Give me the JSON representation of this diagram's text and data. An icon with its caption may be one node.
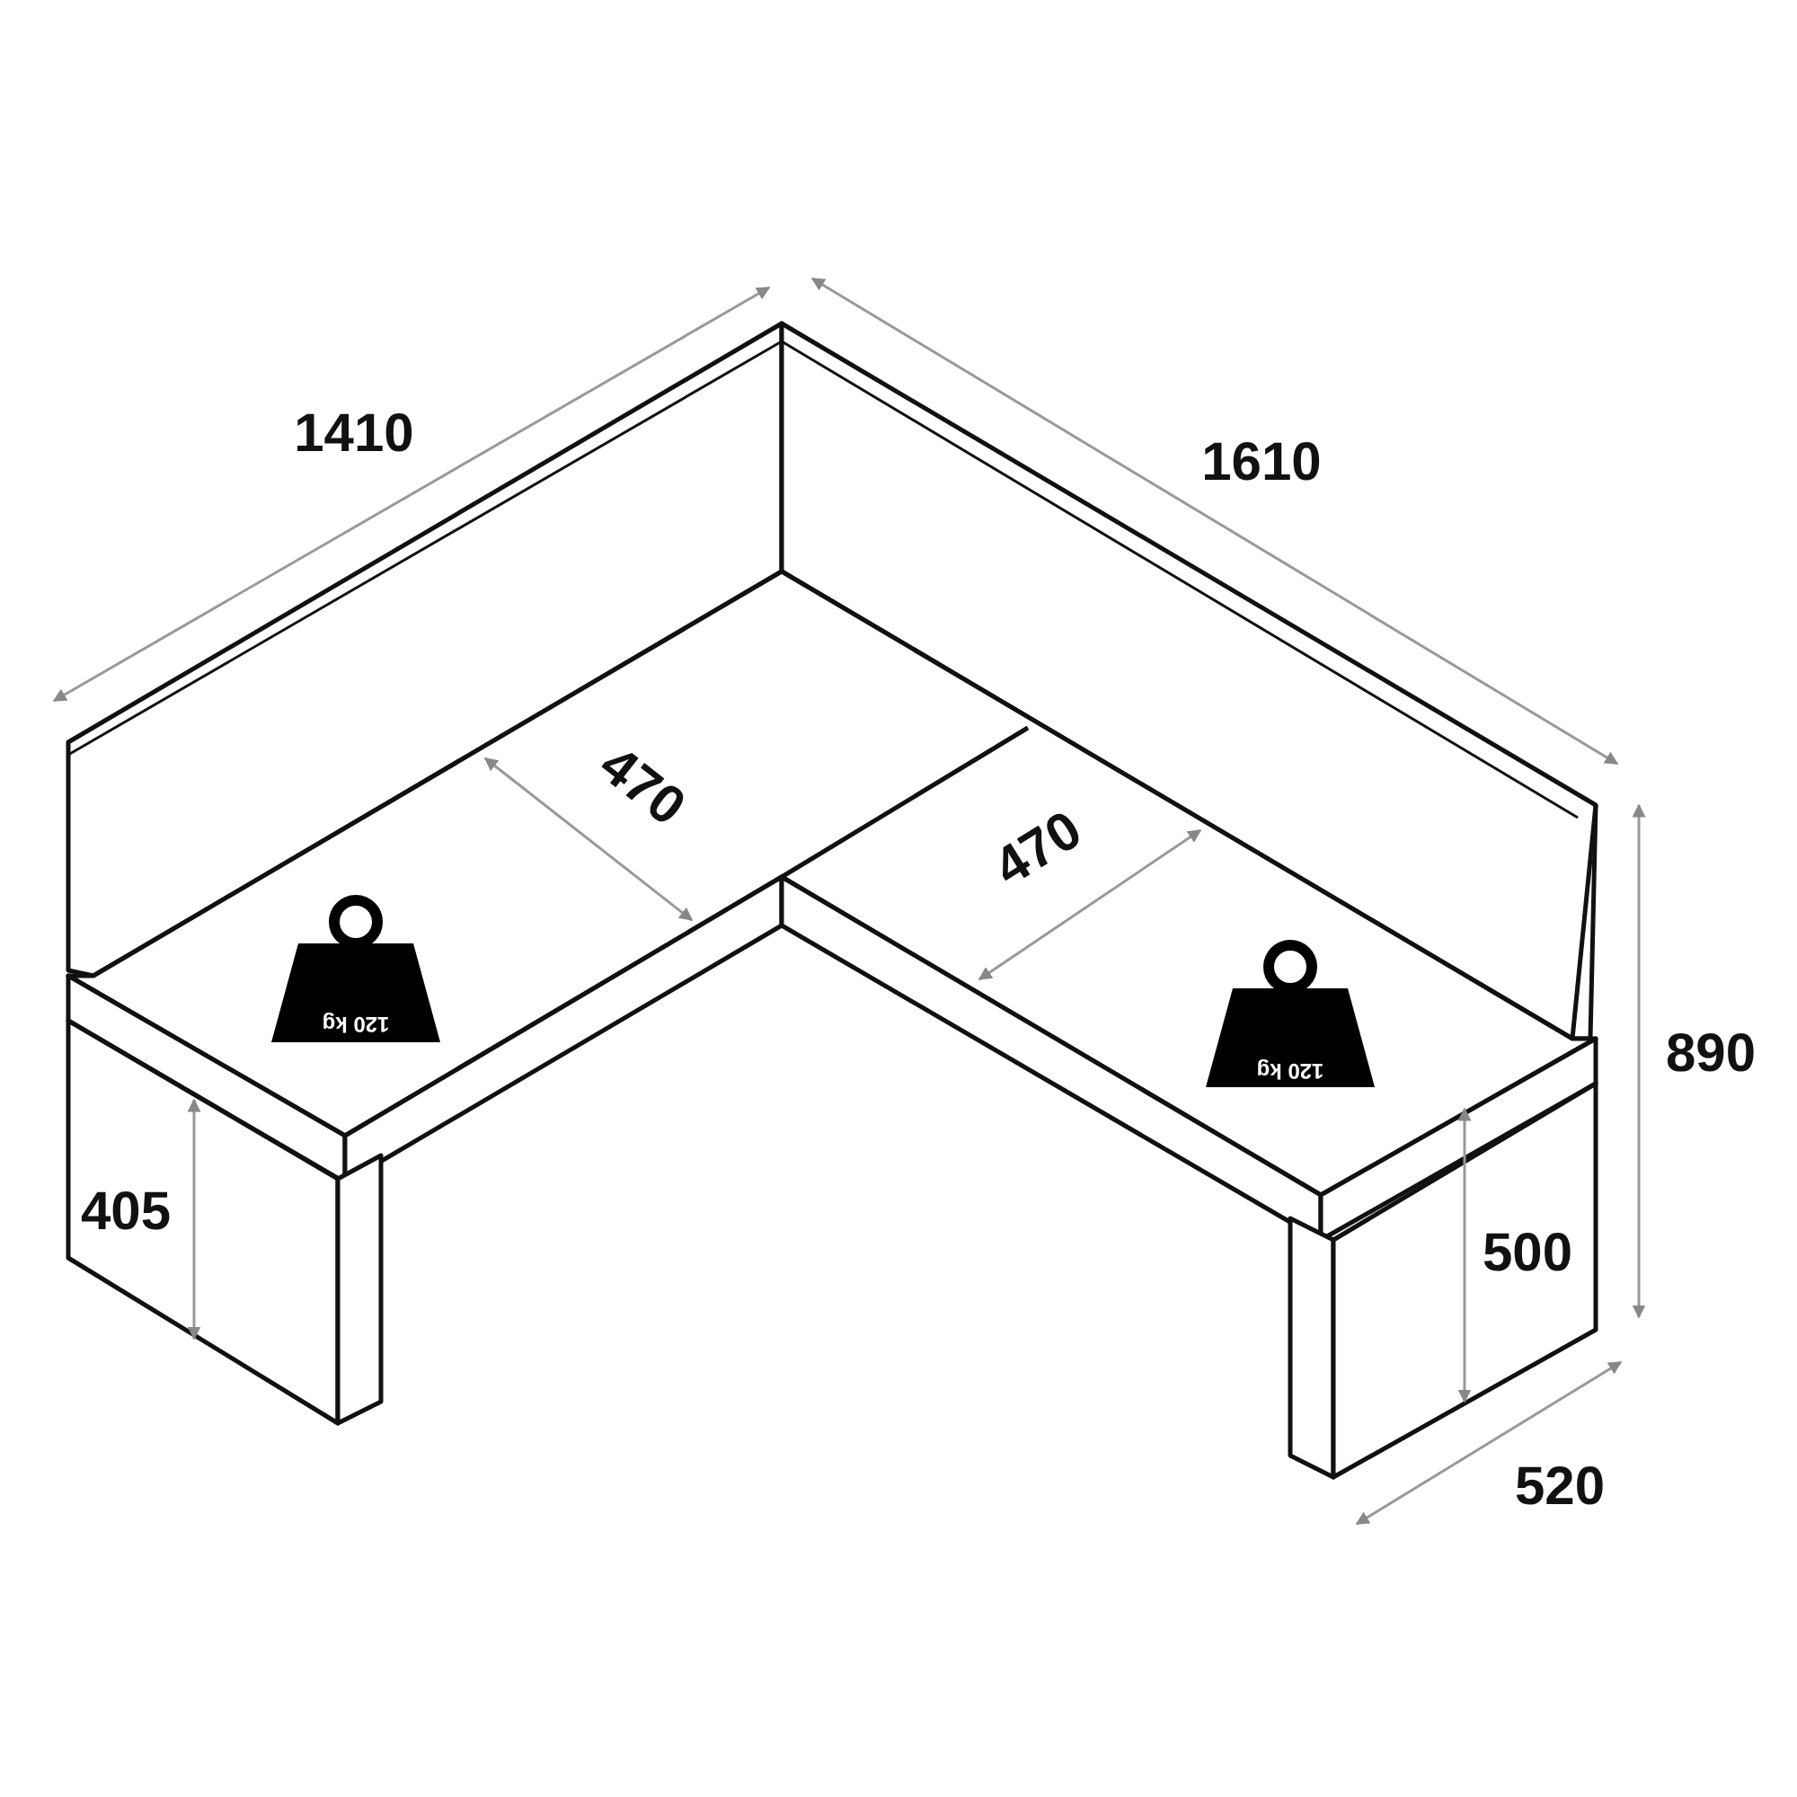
{
  "diagram": {
    "labels": [
      "1410",
      "1610",
      "470",
      "470",
      "890",
      "405",
      "500",
      "520",
      "120 kg",
      "120 kg"
    ]
  }
}
